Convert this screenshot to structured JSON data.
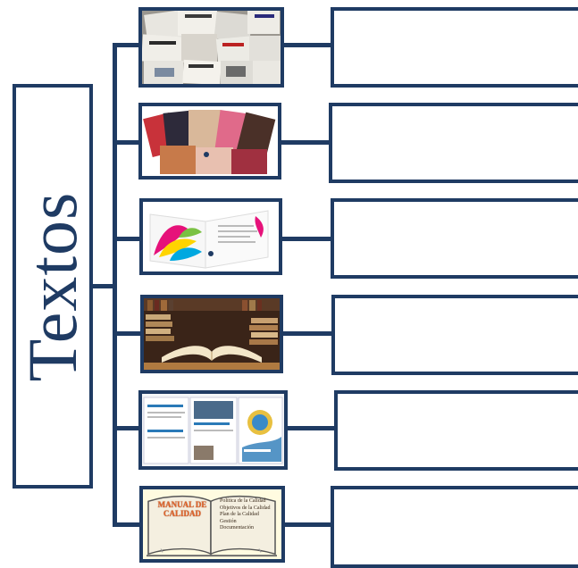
{
  "title": "Textos",
  "thumbnails": [
    {
      "icon": "newspapers-image"
    },
    {
      "icon": "magazines-image"
    },
    {
      "icon": "brochure-image"
    },
    {
      "icon": "open-books-image"
    },
    {
      "icon": "triptych-image"
    },
    {
      "icon": "quality-manual-image",
      "book_title": "MANUAL DE CALIDAD",
      "book_lines": [
        "Política de la Calidad",
        "Objetivos de la Calidad",
        "Plan de la Calidad",
        "Gestión",
        "Documentación"
      ]
    }
  ],
  "answer_boxes": [
    {
      "text": ""
    },
    {
      "text": ""
    },
    {
      "text": ""
    },
    {
      "text": ""
    },
    {
      "text": ""
    },
    {
      "text": ""
    }
  ],
  "colors": {
    "stroke": "#1f3b63",
    "background": "#ffffff"
  }
}
